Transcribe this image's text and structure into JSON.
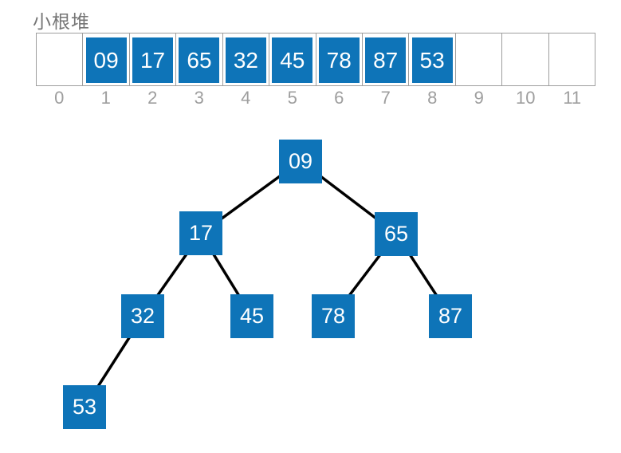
{
  "title": "小根堆",
  "array": {
    "cell_count": 12,
    "indices": [
      "0",
      "1",
      "2",
      "3",
      "4",
      "5",
      "6",
      "7",
      "8",
      "9",
      "10",
      "11"
    ],
    "values": [
      "",
      "09",
      "17",
      "65",
      "32",
      "45",
      "78",
      "87",
      "53",
      "",
      "",
      ""
    ]
  },
  "tree": {
    "nodes": [
      {
        "value": "09"
      },
      {
        "value": "17"
      },
      {
        "value": "65"
      },
      {
        "value": "32"
      },
      {
        "value": "45"
      },
      {
        "value": "78"
      },
      {
        "value": "87"
      },
      {
        "value": "53"
      }
    ],
    "edges": [
      {
        "from": "09",
        "to": "17"
      },
      {
        "from": "09",
        "to": "65"
      },
      {
        "from": "17",
        "to": "32"
      },
      {
        "from": "17",
        "to": "45"
      },
      {
        "from": "65",
        "to": "78"
      },
      {
        "from": "65",
        "to": "87"
      },
      {
        "from": "32",
        "to": "53"
      }
    ]
  },
  "colors": {
    "node_fill": "#0e74b8",
    "node_text": "#ffffff",
    "edge": "#000000",
    "grid_border": "#9e9e9e",
    "index_text": "#9e9e9e",
    "title_text": "#757575"
  }
}
